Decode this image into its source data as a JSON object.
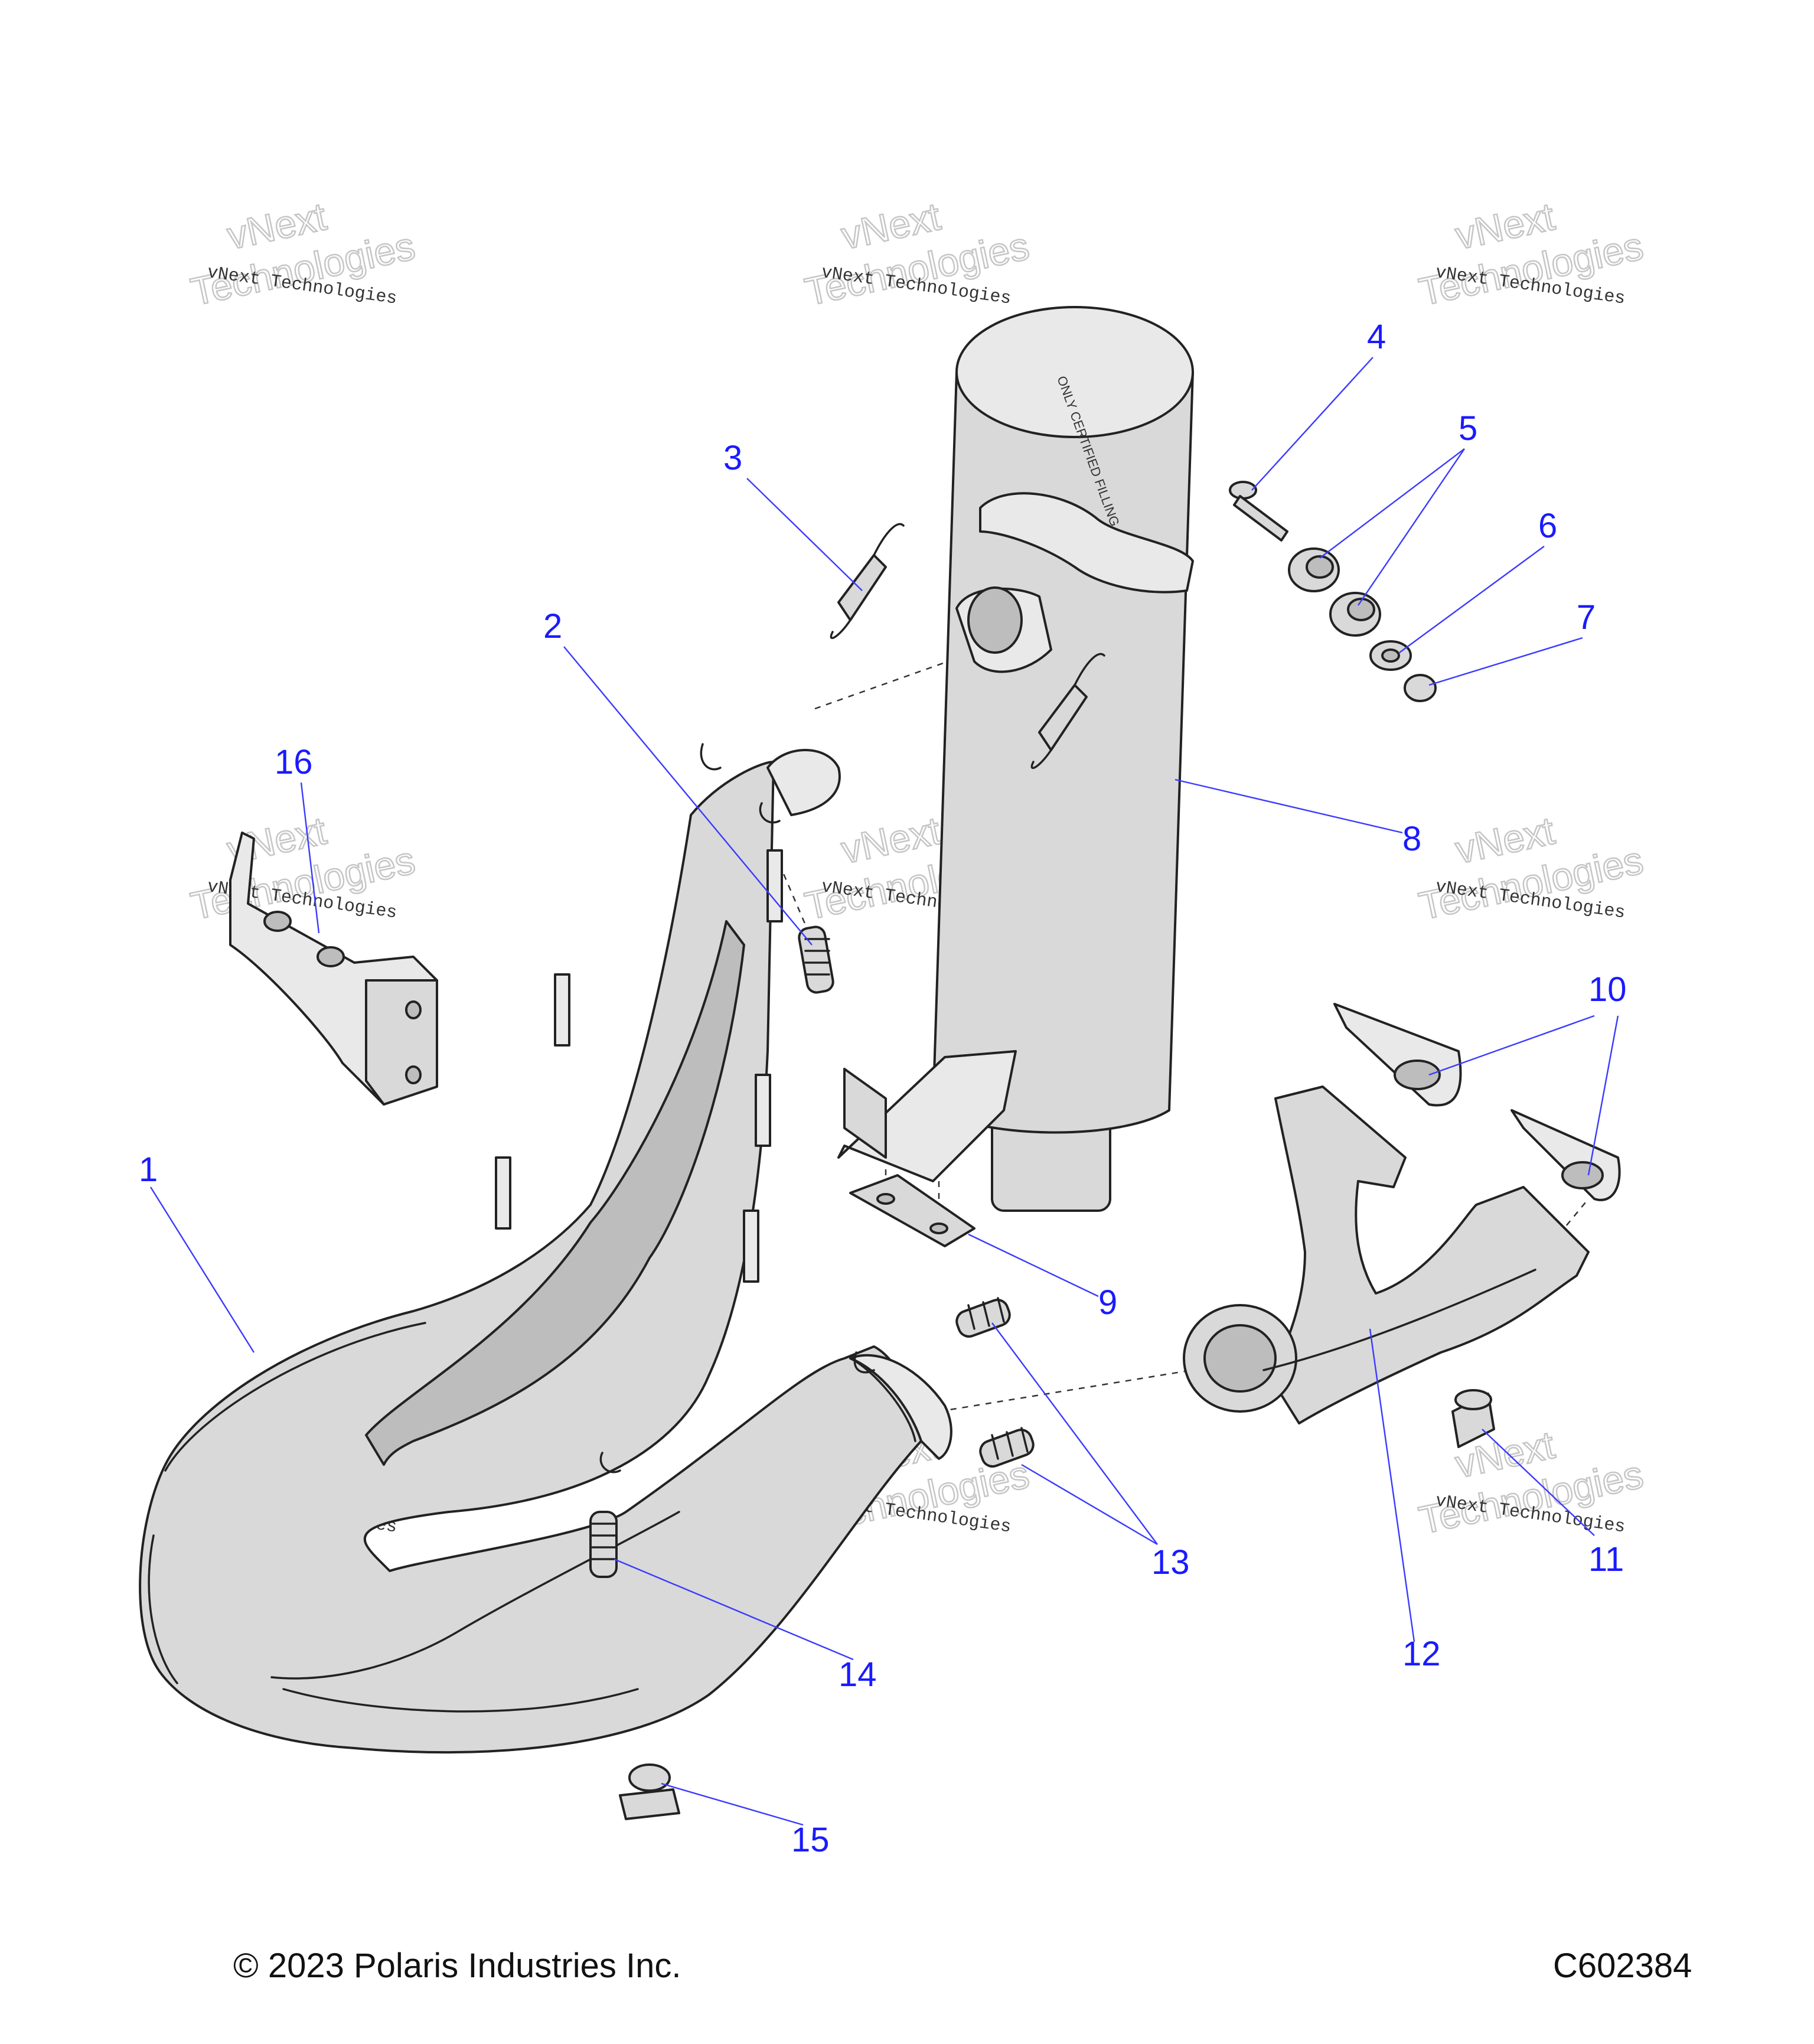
{
  "watermark": {
    "line1": "vNext Technologies",
    "line2": "vNext",
    "line3": "Technologies"
  },
  "muffler_stamp": "ONLY CERTIFIED FILLING AREA",
  "callouts": [
    "1",
    "2",
    "3",
    "4",
    "5",
    "6",
    "7",
    "8",
    "9",
    "10",
    "11",
    "12",
    "13",
    "14",
    "15",
    "16"
  ],
  "footer": {
    "copyright": "© 2023 Polaris Industries Inc.",
    "code": "C602384"
  }
}
